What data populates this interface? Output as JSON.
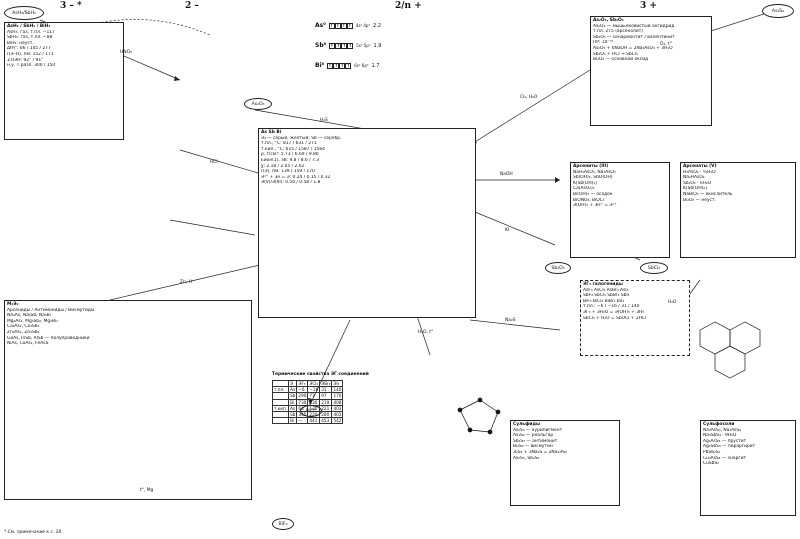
{
  "headers": {
    "left": "3 – *",
    "mid": "2 –",
    "center": "2/n +",
    "right": "3 +"
  },
  "nodes": {
    "top_left": "AsH₃/SbH₃",
    "top_right": "As₄S₆",
    "mid_left": "As₂O₃",
    "center_bottom": "BiO⁺",
    "right_mid": "Sb₂O₃",
    "right_lower": "SbCl₃",
    "bottom_left": "Mg₃As₂",
    "bottom_center": "BiF₃"
  },
  "elements": [
    {
      "sym": "As⁰",
      "cfg": "4s² 4p³",
      "en": "2.2"
    },
    {
      "sym": "Sb⁰",
      "cfg": "5s² 5p³",
      "en": "1.9"
    },
    {
      "sym": "Bi⁰",
      "cfg": "6s² 6p³",
      "en": "1.7"
    }
  ],
  "blocks": {
    "hydrides": {
      "title": "AsH₃ / SbH₃ / BiH₃",
      "lines": [
        "AsH₃: газ, т.пл. −117",
        "SbH₃: газ, т.пл. −88",
        "BiH₃: неуст.",
        "∆fH°: 66 / 145 / 277",
        "r(Э–H), пм: 152 / 171",
        "∠HЭH: 92° / 91°",
        "н.у. Т разл. 300 / 150"
      ]
    },
    "oxides_center": {
      "title": "As  Sb  Bi",
      "lines": [
        "Э₄ — серый, жёлтый; Sb — серебр.",
        "т.пл., °C: 817 / 631 / 271",
        "т.кип., °C: 615 / 1587 / 1564",
        "ρ, г/см³: 5.73 / 6.69 / 9.80",
        "Eион(1), эВ: 9.8 / 8.6 / 7.3",
        "χ: 2.18 / 2.05 / 2.02",
        "r(Э), пм: 139 / 159 / 170",
        "Э³⁺ + 3e = Э: 0.24 / 0.15 / 0.32",
        "Э(V)/Э(III): 0.56 / 0.58 / 1.8"
      ]
    },
    "right_top": {
      "title": "As₂O₃, Sb₂O₃",
      "lines": [
        "As₂O₃ — мышьяковистый ангидрид",
        "т.пл. 275 (арсенолит)",
        "Sb₂O₃ — сенармонтит / валентинит",
        "ПР: 10⁻¹⁶",
        "As₂O₃ + 6NaOH = 2Na₃AsO₃ + 3H₂O",
        "Sb₂O₃ + HCl → SbCl₃",
        "Bi₂O₃ — основной оксид"
      ]
    },
    "right_mid": {
      "title": "Арсениты (III)",
      "lines": [
        "NaH₂AsO₃, Na₃AsO₃",
        "Sb(OH)₃, SbO(OH)",
        "K[Sb(OH)₄]",
        "Ca(AsO₂)₂",
        "Bi(OH)₃ — осадок",
        "BiONO₃, BiOCl",
        "Э(OH)₃ + 3H⁺ = Э³⁺"
      ]
    },
    "right_far": {
      "title": "Арсенаты (V)",
      "lines": [
        "H₃AsO₄ · ½H₂O",
        "Na₂HAsO₄",
        "Sb₂O₅ · nH₂O",
        "K[Sb(OH)₆]",
        "NaBiO₃ — окислитель",
        "Bi₂O₅ — неуст."
      ]
    },
    "halides": {
      "title": "ЭГ₃ галогениды",
      "lines": [
        "AsF₃  AsCl₃  AsBr₃  AsI₃",
        "SbF₃  SbCl₃  SbBr₃  SbI₃",
        "BiF₃  BiCl₃  BiBr₃  BiI₃",
        "т.пл.: −6 / −16 / 31 / 140",
        "ЭГ₃ + 3H₂O = Э(OH)₃ + 3HГ",
        "SbCl₃ + H₂O = SbOCl + 2HCl"
      ]
    },
    "sulfides": {
      "title": "Сульфиды",
      "lines": [
        "As₂S₃ — аурипигмент",
        "As₄S₄ — реальгар",
        "Sb₂S₃ — антимонит",
        "Bi₂S₃ — висмутин",
        "Э₂S₃ + 3Na₂S = 2Na₃ЭS₃",
        "As₂S₅, Sb₂S₅"
      ]
    },
    "table_title": "Термические свойства ЭГ соединений",
    "bottom_left": {
      "title": "M₃Э₂",
      "lines": [
        "Арсениды / Антимониды / Висмутиды",
        "Na₃As, Na₃Sb, Na₃Bi",
        "Mg₃As₂, Mg₃Sb₂, Mg₃Bi₂",
        "Ca₃As₂, Ca₃Sb₂",
        "Zn₃As₂, Zn₃Sb₂",
        "GaAs, InSb, AlSb — полупроводники",
        "NiAs, CoAs₂, FeAsS"
      ]
    },
    "bottom_right": {
      "title": "Сульфосоли",
      "lines": [
        "Na₃AsS₃, Na₃AsS₄",
        "Na₃SbS₄ · 9H₂O",
        "Ag₃AsS₃ — прустит",
        "Ag₃SbS₃ — пираргирит",
        "PbSb₂S₄",
        "Cu₃AsS₄ — энаргит",
        "CuSbS₂"
      ]
    },
    "footnote": "* См. примечание к с. 18"
  },
  "grid_table": {
    "headers": [
      "",
      "Э",
      "ЭF₃",
      "ЭCl₃",
      "ЭBr₃",
      "ЭI₃"
    ],
    "rows": [
      [
        "т.пл.",
        "As",
        "−6",
        "−16",
        "31",
        "140"
      ],
      [
        "",
        "Sb",
        "290",
        "73",
        "97",
        "170"
      ],
      [
        "",
        "Bi",
        "730",
        "230",
        "219",
        "408"
      ],
      [
        "т.кип.",
        "As",
        "63",
        "130",
        "221",
        "403"
      ],
      [
        "",
        "Sb",
        "345",
        "220",
        "280",
        "401"
      ],
      [
        "",
        "Bi",
        "—",
        "441",
        "453",
        "542"
      ]
    ]
  },
  "edge_labels": [
    "HNO₃",
    "Cl₂, H₂O",
    "O₂, t°",
    "H₂S",
    "NaOH",
    "HCl",
    "KI",
    "H₂O, t°",
    "Zn, H⁺",
    "t°, Mg",
    "Na₂S",
    "H₂O"
  ]
}
